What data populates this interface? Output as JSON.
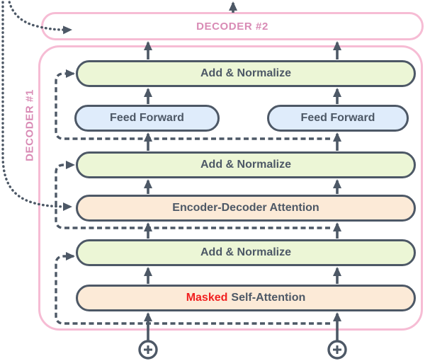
{
  "decoder2": {
    "label": "DECODER #2"
  },
  "decoder1": {
    "label": "DECODER #1"
  },
  "blocks": {
    "add_normalize_1": "Add & Normalize",
    "feed_forward_left": "Feed Forward",
    "feed_forward_right": "Feed Forward",
    "add_normalize_2": "Add & Normalize",
    "encoder_decoder_attention": "Encoder-Decoder Attention",
    "add_normalize_3": "Add & Normalize",
    "masked_self_attention": {
      "masked": "Masked",
      "rest": "Self-Attention"
    }
  },
  "icons": {
    "input_left": "circled-plus-icon",
    "input_right": "circled-plus-icon",
    "arrows": "up-arrow-icon"
  },
  "colors": {
    "background": "#ffffff",
    "outline_pink": "#f6bcd4",
    "label_pink": "#d98bb5",
    "slate": "#4d5866",
    "add_normalize_fill": "#ecf6d6",
    "feed_forward_fill": "#dfecfb",
    "attention_fill": "#fcead7",
    "masked_red": "#f12020"
  }
}
